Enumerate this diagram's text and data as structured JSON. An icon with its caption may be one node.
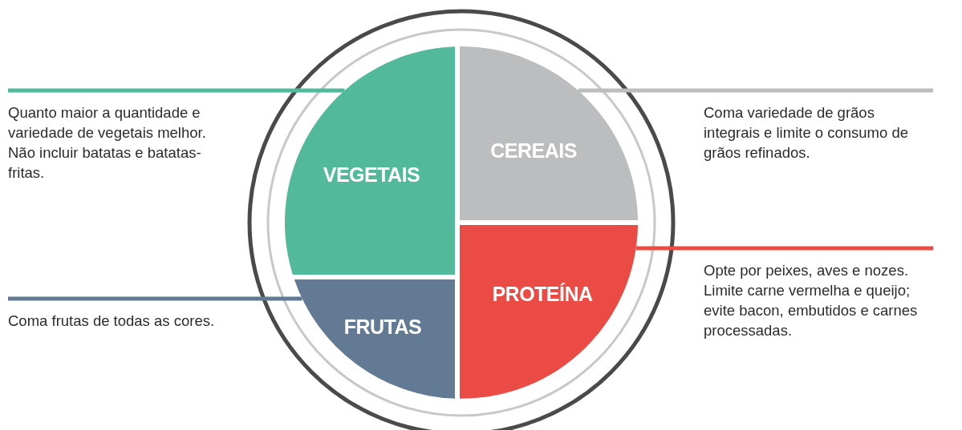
{
  "diagram": {
    "nodes": [
      {
        "text": [
          "Quanto maior a quantidade e variedade de vegetais melhor. Não incluir batatas e batatas-fritas."
        ]
      },
      {
        "text": [
          "VEGETAIS"
        ]
      },
      {
        "text": [
          "CEREAIS"
        ]
      },
      {
        "text": [
          "Coma variedade de grãos integrais e limite o consumo de grãos refinados."
        ]
      },
      {
        "text": [
          "PROTEÍNA"
        ]
      },
      {
        "text": [
          "Opte por peixes, aves e nozes. Limite carne vermelha e queijo; evite bacon, embutidos e carnes processadas."
        ]
      },
      {
        "text": [
          "Coma frutas de todas as cores."
        ]
      },
      {
        "text": [
          "FRUTAS"
        ]
      }
    ],
    "edges": [
      {
        "from": 0,
        "to": 1,
        "arrow": "none",
        "color": "#52b99a"
      },
      {
        "from": 3,
        "to": 2,
        "arrow": "none",
        "color": "#bcbdbf"
      },
      {
        "from": 5,
        "to": 4,
        "arrow": "none",
        "color": "#ea4b45"
      },
      {
        "from": 6,
        "to": 7,
        "arrow": "none",
        "color": "#627a93"
      }
    ]
  }
}
